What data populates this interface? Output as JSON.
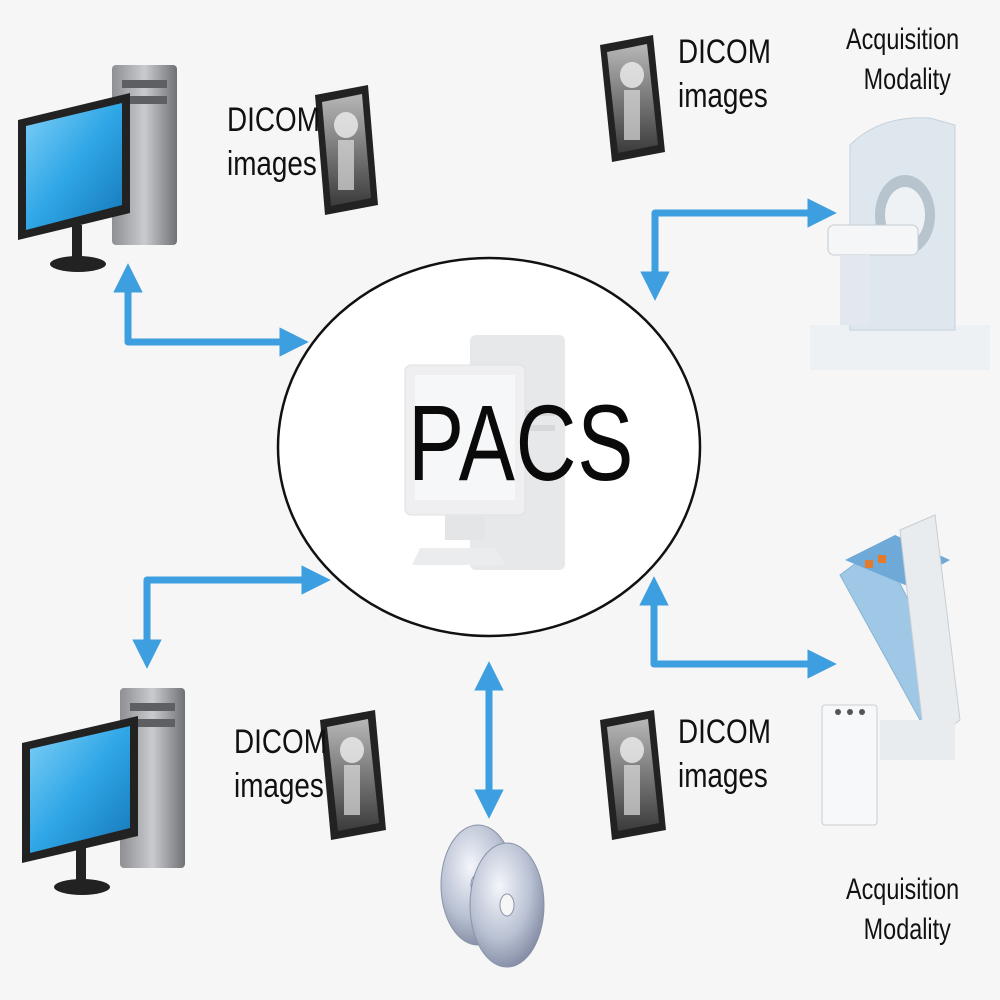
{
  "center": {
    "label": "PACS"
  },
  "dicom_labels": [
    {
      "line1": "DICOM",
      "line2": "images"
    },
    {
      "line1": "DICOM",
      "line2": "images"
    },
    {
      "line1": "DICOM",
      "line2": "images"
    },
    {
      "line1": "DICOM",
      "line2": "images"
    }
  ],
  "modality_labels": [
    {
      "line1": "Acquisition",
      "line2": "Modality"
    },
    {
      "line1": "Acquisition",
      "line2": "Modality"
    }
  ],
  "colors": {
    "arrow": "#3d9fe0",
    "monitor_screen": "#2fa6e6",
    "ellipse_stroke": "#111111"
  }
}
